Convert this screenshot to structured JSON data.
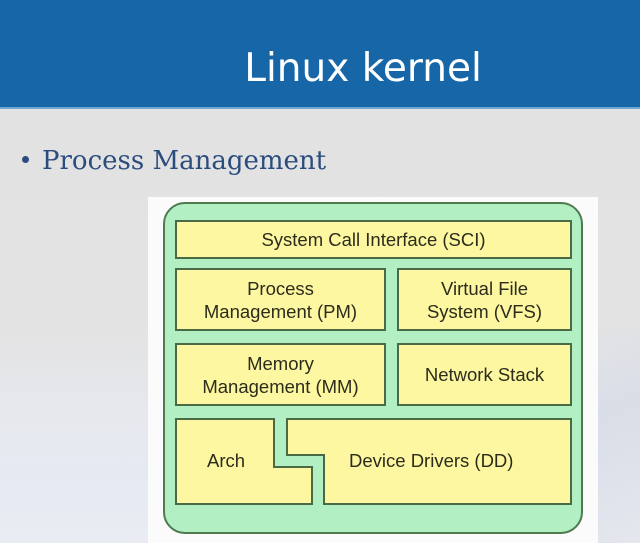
{
  "slide": {
    "title": "Linux kernel",
    "bullets": [
      {
        "text": "Process Management"
      }
    ]
  },
  "diagram": {
    "blocks": {
      "sci": "System Call Interface (SCI)",
      "pm": "Process\nManagement (PM)",
      "pm_line1": "Process",
      "pm_line2": "Management (PM)",
      "vfs_line1": "Virtual File",
      "vfs_line2": "System (VFS)",
      "mm_line1": "Memory",
      "mm_line2": "Management (MM)",
      "net": "Network Stack",
      "arch": "Arch",
      "dd": "Device Drivers (DD)"
    },
    "colors": {
      "container_fill": "#b2f0c4",
      "block_fill": "#fcf7a0",
      "border": "#4a6a45"
    }
  },
  "colors": {
    "header_bg": "#1767a8",
    "bullet_text": "#2b4d7d"
  }
}
